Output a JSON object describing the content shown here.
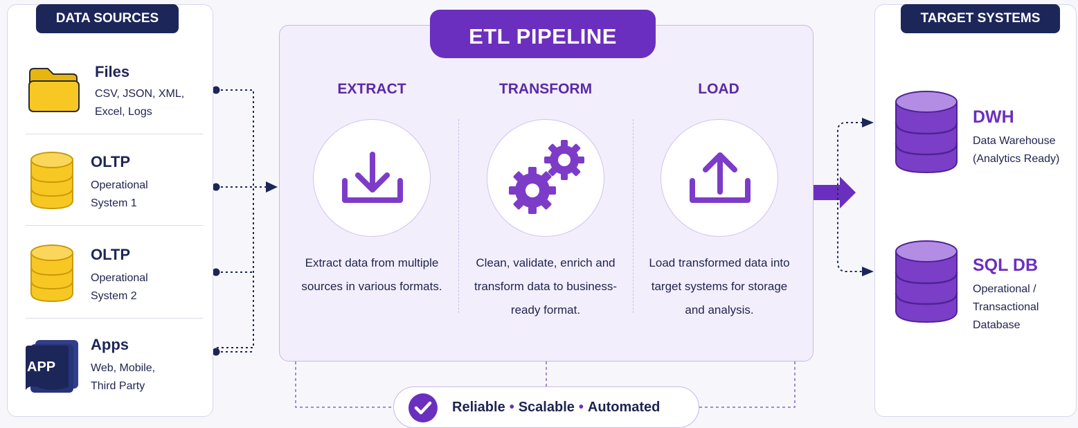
{
  "sources": {
    "tag": "DATA SOURCES",
    "items": [
      {
        "title": "Files",
        "sub": "CSV, JSON, XML, Excel, Logs",
        "icon": "folder-icon"
      },
      {
        "title": "OLTP",
        "sub": "Operational System 1",
        "icon": "database-icon"
      },
      {
        "title": "OLTP",
        "sub": "Operational System 2",
        "icon": "database-icon"
      },
      {
        "title": "Apps",
        "sub": "Web, Mobile, Third Party",
        "icon": "app-icon",
        "icon_label": "APP"
      }
    ]
  },
  "pipeline": {
    "title": "ETL PIPELINE",
    "stages": [
      {
        "title": "EXTRACT",
        "desc": "Extract data from multiple sources in various formats.",
        "icon": "download-icon"
      },
      {
        "title": "TRANSFORM",
        "desc": "Clean, validate, enrich and transform data to business-ready format.",
        "icon": "gears-icon"
      },
      {
        "title": "LOAD",
        "desc": "Load transformed data into target systems for storage and analysis.",
        "icon": "upload-icon"
      }
    ]
  },
  "targets": {
    "tag": "TARGET SYSTEMS",
    "items": [
      {
        "title": "DWH",
        "sub": "Data Warehouse (Analytics Ready)",
        "icon": "database-icon"
      },
      {
        "title": "SQL DB",
        "sub": "Operational / Transactional Database",
        "icon": "database-icon"
      }
    ]
  },
  "footer": {
    "w1": "Reliable",
    "sep": "•",
    "w2": "Scalable",
    "w3": "Automated",
    "icon": "check-circle-icon"
  },
  "colors": {
    "navy": "#1d2659",
    "purple": "#6b2fbf",
    "yellow": "#f7c823",
    "db_purple": "#8a4fd0"
  }
}
